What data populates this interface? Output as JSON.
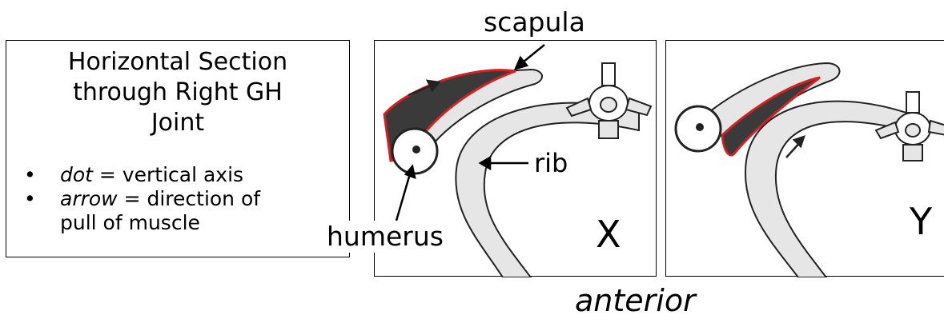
{
  "legend": {
    "title_line1": "Horizontal Section",
    "title_line2": "through Right GH",
    "title_line3": "Joint",
    "items": [
      {
        "bullet": "•",
        "term": "dot",
        "rest": " = vertical axis",
        "rest2": ""
      },
      {
        "bullet": "•",
        "term": "arrow",
        "rest": " = direction of",
        "rest2": "pull of muscle"
      }
    ]
  },
  "labels": {
    "scapula": "scapula",
    "rib": "rib",
    "humerus": "humerus",
    "anterior": "anterior"
  },
  "panels": {
    "x_letter": "X",
    "y_letter": "Y"
  },
  "colors": {
    "muscle_outline": "#d42020",
    "bone_fill": "#e6e6e6",
    "muscle_fill": "#3a3a3a"
  }
}
